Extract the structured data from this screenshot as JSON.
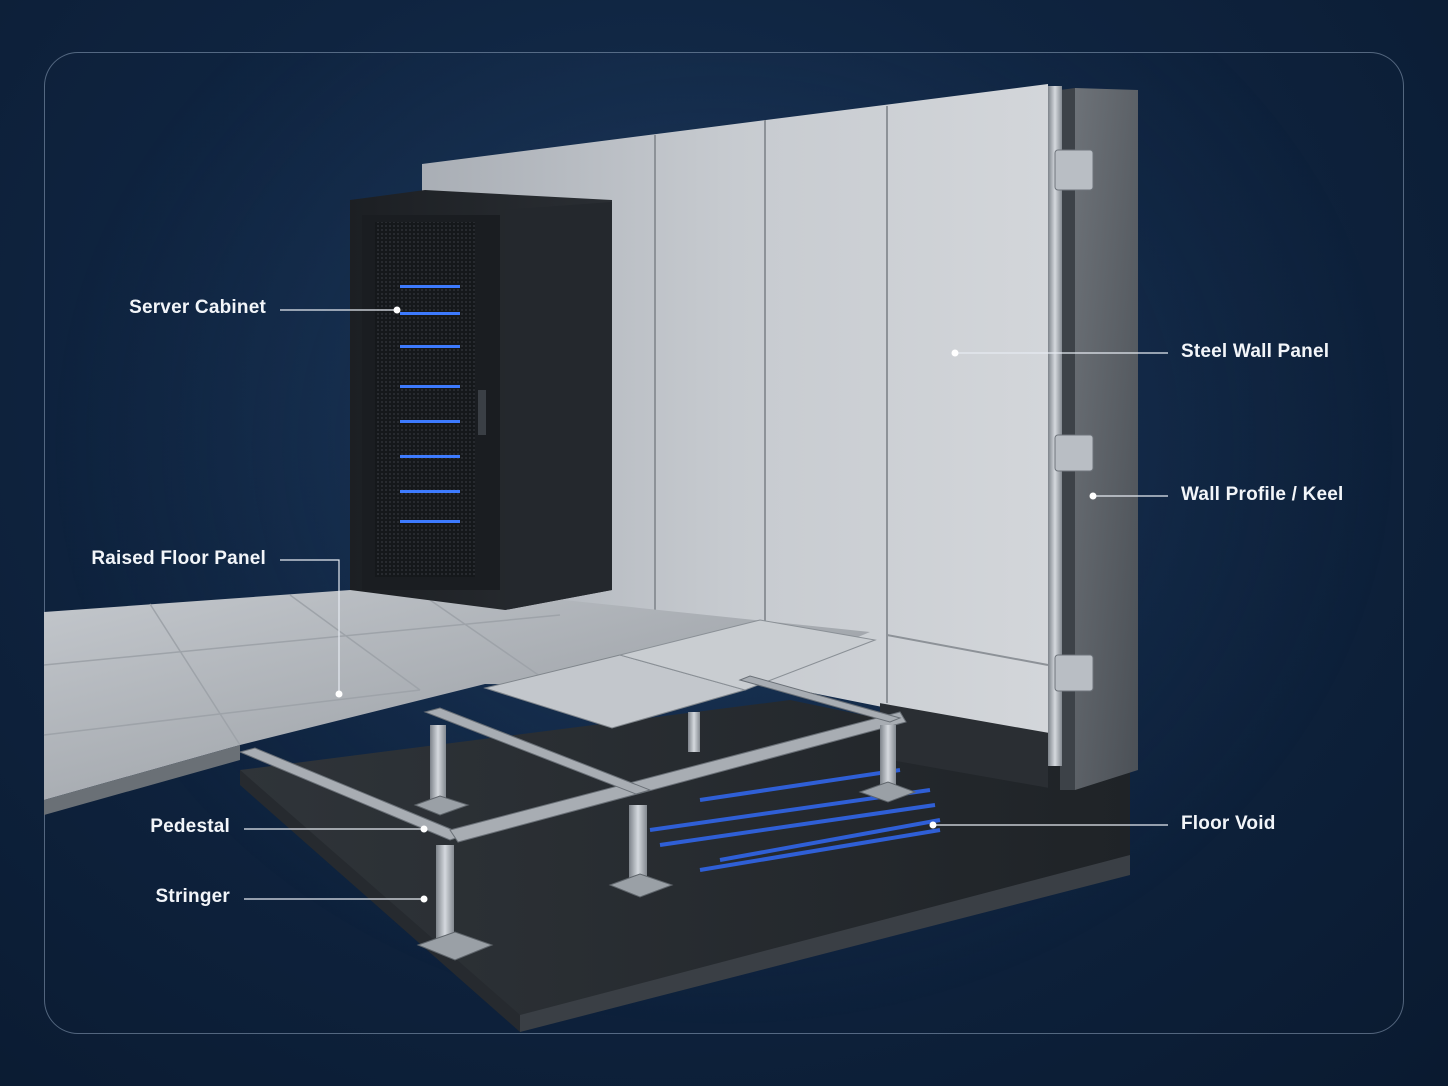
{
  "labels": {
    "server_cabinet": "Server Cabinet",
    "raised_floor_panel": "Raised Floor Panel",
    "pedestal": "Pedestal",
    "stringer": "Stringer",
    "steel_wall_panel": "Steel Wall Panel",
    "wall_profile_keel": "Wall Profile / Keel",
    "floor_void": "Floor Void"
  },
  "colors": {
    "background": "#0f2440",
    "leader_line": "#e6ebf2",
    "cable": "#2f5fd6",
    "server_led": "#3d7bff"
  }
}
